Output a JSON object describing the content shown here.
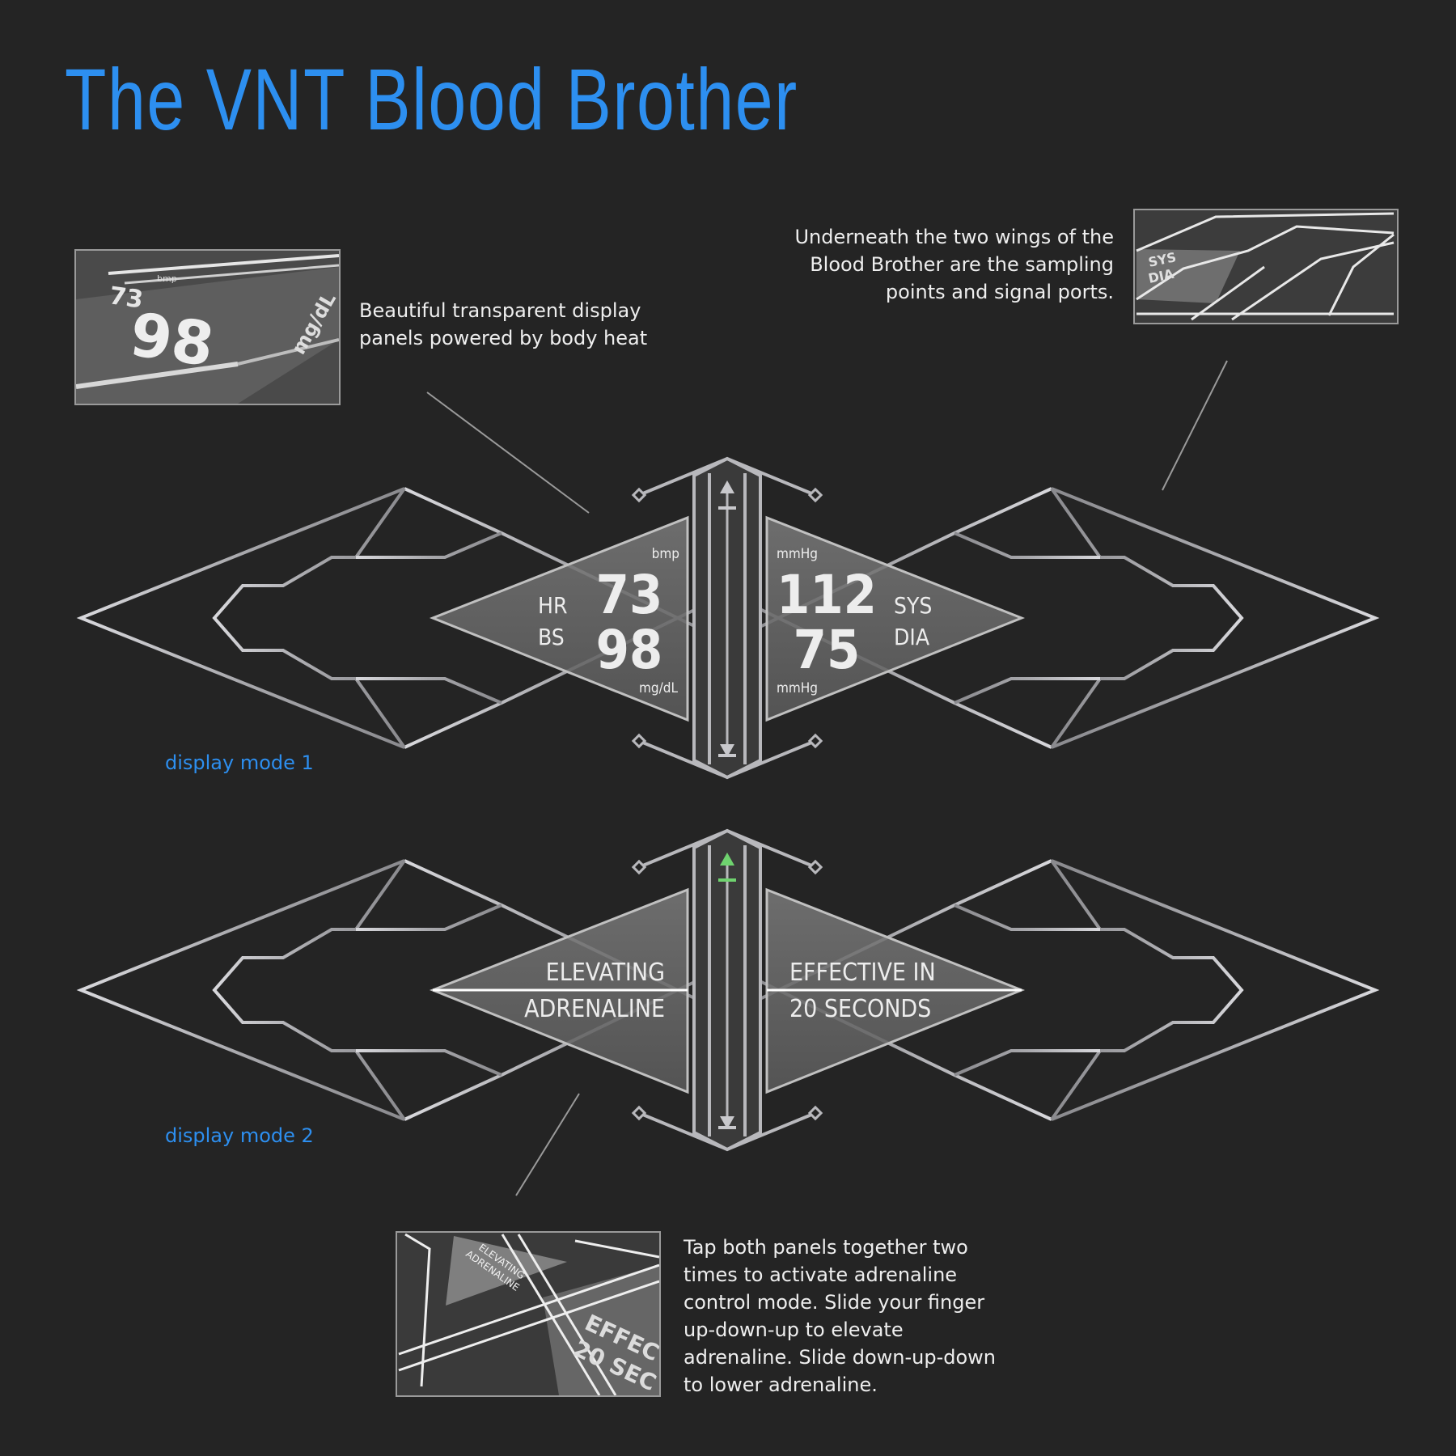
{
  "title": "The VNT Blood Brother",
  "captions": {
    "panels": [
      "Beautiful transparent display",
      "panels powered by body heat"
    ],
    "wings": [
      "Underneath the two wings of the",
      "Blood Brother are the sampling",
      "points and signal ports."
    ],
    "tap": [
      "Tap both panels together two",
      "times to activate adrenaline",
      "control mode. Slide your finger",
      "up-down-up to elevate",
      "adrenaline. Slide down-up-down",
      "to lower adrenaline."
    ]
  },
  "mode1": {
    "label": "display mode 1",
    "hr_label": "HR",
    "bs_label": "BS",
    "hr_value": "73",
    "bs_value": "98",
    "hr_unit": "bmp",
    "bs_unit": "mg/dL",
    "sys_value": "112",
    "dia_value": "75",
    "sys_label": "SYS",
    "dia_label": "DIA",
    "sys_unit": "mmHg",
    "dia_unit": "mmHg"
  },
  "mode2": {
    "label": "display mode 2",
    "left_line1": "ELEVATING",
    "left_line2": "ADRENALINE",
    "right_line1": "EFFECTIVE IN",
    "right_line2": "20  SECONDS"
  },
  "thumbs": {
    "panel_closeup": {
      "hr": "73",
      "bs": "98",
      "unit_top": "bmp",
      "unit_side": "mg/dL"
    },
    "wing_closeup": {
      "sys": "SYS",
      "dia": "DIA"
    },
    "adrenaline_closeup": {
      "line1": "ELEVATING",
      "line2": "ADRENALINE",
      "right1": "EFFEC",
      "right2": "20 SEC"
    }
  },
  "colors": {
    "background": "#242424",
    "accent": "#2d8ff0",
    "metal": "#c8c8cc",
    "panel": "#6a6a6a",
    "arrow_active": "#6fd36f"
  }
}
